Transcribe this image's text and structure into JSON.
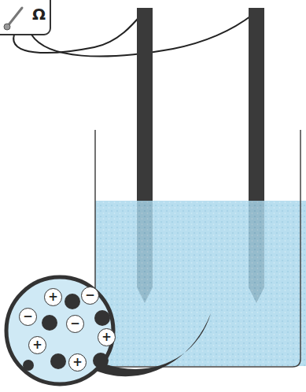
{
  "diagram": {
    "nodes": [
      {
        "text": [
          "Ω"
        ]
      },
      {
        "text": [
          "+"
        ]
      },
      {
        "text": [
          "−"
        ]
      },
      {
        "text": [
          "−"
        ]
      },
      {
        "text": [
          "−"
        ]
      },
      {
        "text": [
          "+"
        ]
      },
      {
        "text": [
          "+"
        ]
      },
      {
        "text": [
          "+"
        ]
      }
    ]
  }
}
